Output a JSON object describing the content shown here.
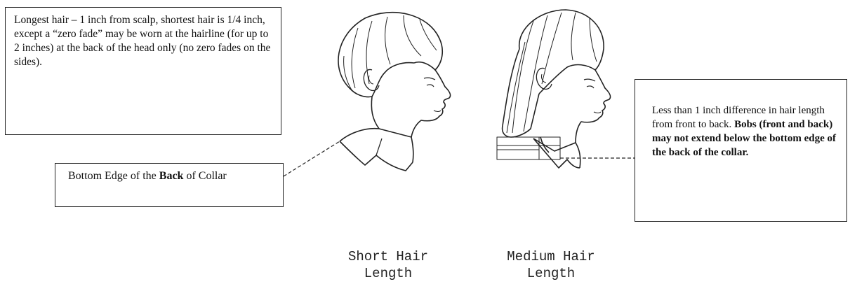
{
  "short_hair_note": {
    "text": "Longest hair – 1 inch from scalp, shortest hair is 1/4 inch, except a “zero fade” may be worn at the hairline (for up to 2 inches) at the back of the head only (no zero fades on the sides)."
  },
  "collar_label": {
    "before": "Bottom Edge of the ",
    "emphasis": "Back",
    "after": " of Collar"
  },
  "medium_hair_note": {
    "plain": "Less than 1 inch difference in hair length from front to back. ",
    "bold": "Bobs (front and back) may not extend below the bottom edge of the back of the collar."
  },
  "captions": {
    "short_line1": "Short Hair",
    "short_line2": "Length",
    "medium_line1": "Medium Hair",
    "medium_line2": "Length"
  }
}
